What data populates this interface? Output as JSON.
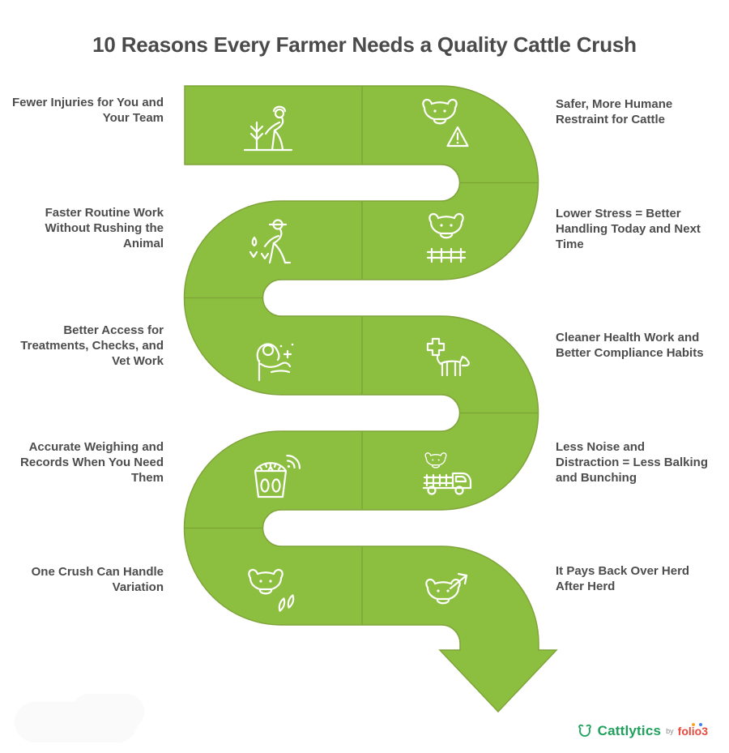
{
  "title": "10 Reasons Every Farmer Needs a Quality Cattle Crush",
  "reasons": [
    {
      "label": "Fewer Injuries for You and\nYour Team",
      "side": "left",
      "icon": "farmer-plant-icon"
    },
    {
      "label": "Safer, More Humane\nRestraint for Cattle",
      "side": "right",
      "icon": "cow-warning-icon"
    },
    {
      "label": "Faster Routine Work\nWithout Rushing the\nAnimal",
      "side": "left",
      "icon": "farmer-sowing-icon"
    },
    {
      "label": "Lower Stress = Better\nHandling Today and Next\nTime",
      "side": "right",
      "icon": "cow-fence-icon"
    },
    {
      "label": "Better Access for\nTreatments, Checks, and\nVet Work",
      "side": "left",
      "icon": "vet-care-icon"
    },
    {
      "label": "Cleaner Health Work and\nBetter Compliance Habits",
      "side": "right",
      "icon": "animal-health-cross-icon"
    },
    {
      "label": "Accurate Weighing and\nRecords When You Need\nThem",
      "side": "left",
      "icon": "smart-scale-icon"
    },
    {
      "label": "Less Noise and\nDistraction = Less Balking\nand Bunching",
      "side": "right",
      "icon": "cattle-truck-icon"
    },
    {
      "label": "One Crush Can Handle\nVariation",
      "side": "left",
      "icon": "cow-hoofprints-icon"
    },
    {
      "label": "It Pays Back Over Herd\nAfter Herd",
      "side": "right",
      "icon": "cow-payback-arrow-icon"
    }
  ],
  "footer": {
    "brand": "Cattlytics",
    "by": "by",
    "partner": "folio3"
  },
  "colors": {
    "path_green": "#8CBF3F",
    "path_border": "#7FA43A",
    "divider": "#7BA335",
    "text": "#4D4D4D",
    "logo_green": "#1FA05C",
    "logo_red": "#E9483C",
    "logo_blue": "#3B82F6"
  }
}
